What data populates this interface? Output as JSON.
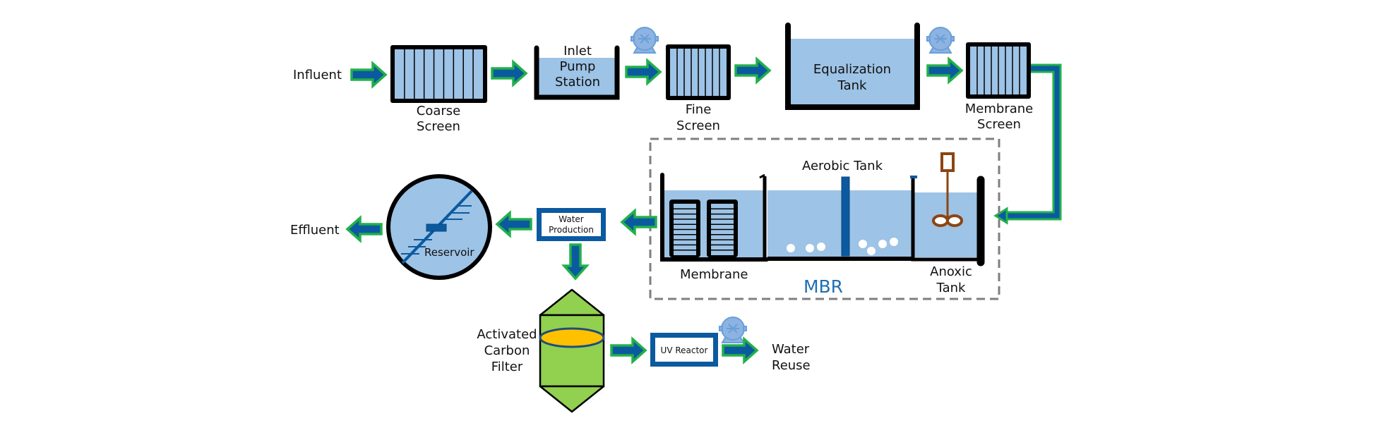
{
  "colors": {
    "water": "#9dc3e6",
    "arrow_fill": "#0b5aa0",
    "arrow_outline": "#22b04a",
    "outline": "#000000",
    "dashed": "#7f7f7f",
    "mbr_label": "#1f6fb2",
    "box_border": "#0b5aa0",
    "pump_fill": "#8db3e2",
    "pump_stroke": "#6a9fd8",
    "mixer": "#8b4513",
    "carbon_filter": "#92d050",
    "carbon_media": "#ffc000",
    "divider": "#0b5aa0"
  },
  "labels": {
    "influent": "Influent",
    "coarse_screen": [
      "Coarse",
      "Screen"
    ],
    "inlet_pump_station": [
      "Inlet",
      "Pump",
      "Station"
    ],
    "fine_screen": [
      "Fine",
      "Screen"
    ],
    "equalization_tank": [
      "Equalization",
      "Tank"
    ],
    "membrane_screen": [
      "Membrane",
      "Screen"
    ],
    "aerobic_tank": "Aerobic Tank",
    "membrane": "Membrane",
    "mbr": "MBR",
    "anoxic_tank": [
      "Anoxic",
      "Tank"
    ],
    "water_production": [
      "Water",
      "Production"
    ],
    "reservoir": "Reservoir",
    "effluent": "Effluent",
    "activated_carbon_filter": [
      "Activated",
      "Carbon",
      "Filter"
    ],
    "uv_reactor": "UV Reactor",
    "water_reuse": [
      "Water",
      "Reuse"
    ]
  },
  "icons": {
    "pump": "pump-icon",
    "mixer": "mixer-icon",
    "arrow": "flow-arrow-icon"
  }
}
